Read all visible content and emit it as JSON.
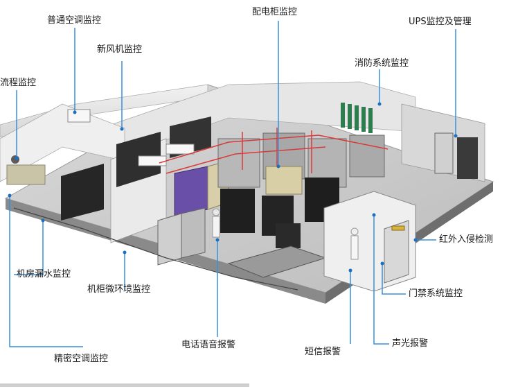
{
  "labels": {
    "ac_monitor": "普通空调监控",
    "fresh_air": "新风机监控",
    "process_monitor": "流程监控",
    "power_cabinet": "配电柜监控",
    "ups": "UPS监控及管理",
    "fire": "消防系统监控",
    "infrared": "红外入侵检测",
    "leak": "机房漏水监控",
    "rack_env": "机柜微环境监控",
    "access": "门禁系统监控",
    "phone_alarm": "电话语音报警",
    "sound_light": "声光报警",
    "sms": "短信报警",
    "precision_ac": "精密空调监控"
  },
  "colors": {
    "leader_line": "#3a8fd8",
    "dot": "#1f6fbf",
    "wall": "#e4e4e4",
    "floor": "#cfcfcf",
    "rack": "#2b2b2b",
    "red_line": "#d83a3a"
  }
}
